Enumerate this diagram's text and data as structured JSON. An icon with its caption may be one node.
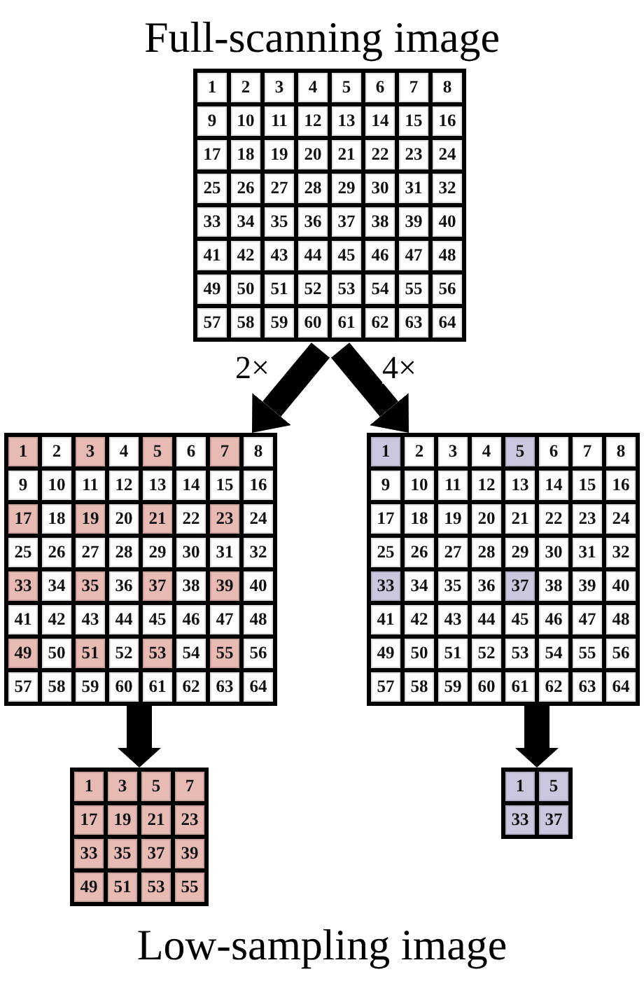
{
  "diagram": {
    "title": "Full-scanning image",
    "caption": "Low-sampling image",
    "nodes": [
      {
        "text": [
          "1",
          "2",
          "3",
          "4",
          "5",
          "6",
          "7",
          "8",
          "9",
          "10",
          "11",
          "12",
          "13",
          "14",
          "15",
          "16",
          "17",
          "18",
          "19",
          "20",
          "21",
          "22",
          "23",
          "24",
          "25",
          "26",
          "27",
          "28",
          "29",
          "30",
          "31",
          "32",
          "33",
          "34",
          "35",
          "36",
          "37",
          "38",
          "39",
          "40",
          "41",
          "42",
          "43",
          "44",
          "45",
          "46",
          "47",
          "48",
          "49",
          "50",
          "51",
          "52",
          "53",
          "54",
          "55",
          "56",
          "57",
          "58",
          "59",
          "60",
          "61",
          "62",
          "63",
          "64"
        ]
      },
      {
        "text": [
          "1",
          "2",
          "3",
          "4",
          "5",
          "6",
          "7",
          "8",
          "9",
          "10",
          "11",
          "12",
          "13",
          "14",
          "15",
          "16",
          "17",
          "18",
          "19",
          "20",
          "21",
          "22",
          "23",
          "24",
          "25",
          "26",
          "27",
          "28",
          "29",
          "30",
          "31",
          "32",
          "33",
          "34",
          "35",
          "36",
          "37",
          "38",
          "39",
          "40",
          "41",
          "42",
          "43",
          "44",
          "45",
          "46",
          "47",
          "48",
          "49",
          "50",
          "51",
          "52",
          "53",
          "54",
          "55",
          "56",
          "57",
          "58",
          "59",
          "60",
          "61",
          "62",
          "63",
          "64"
        ]
      },
      {
        "text": [
          "1",
          "2",
          "3",
          "4",
          "5",
          "6",
          "7",
          "8",
          "9",
          "10",
          "11",
          "12",
          "13",
          "14",
          "15",
          "16",
          "17",
          "18",
          "19",
          "20",
          "21",
          "22",
          "23",
          "24",
          "25",
          "26",
          "27",
          "28",
          "29",
          "30",
          "31",
          "32",
          "33",
          "34",
          "35",
          "36",
          "37",
          "38",
          "39",
          "40",
          "41",
          "42",
          "43",
          "44",
          "45",
          "46",
          "47",
          "48",
          "49",
          "50",
          "51",
          "52",
          "53",
          "54",
          "55",
          "56",
          "57",
          "58",
          "59",
          "60",
          "61",
          "62",
          "63",
          "64"
        ]
      },
      {
        "text": [
          "1",
          "3",
          "5",
          "7",
          "17",
          "19",
          "21",
          "23",
          "33",
          "35",
          "37",
          "39",
          "49",
          "51",
          "53",
          "55"
        ]
      },
      {
        "text": [
          "1",
          "5",
          "33",
          "37"
        ]
      }
    ],
    "edges": [
      {
        "from": 0,
        "to": 1,
        "arrow": "to",
        "label": "2×"
      },
      {
        "from": 0,
        "to": 2,
        "arrow": "to",
        "label": "4×"
      },
      {
        "from": 1,
        "to": 3,
        "arrow": "to"
      },
      {
        "from": 2,
        "to": 4,
        "arrow": "to"
      }
    ]
  }
}
